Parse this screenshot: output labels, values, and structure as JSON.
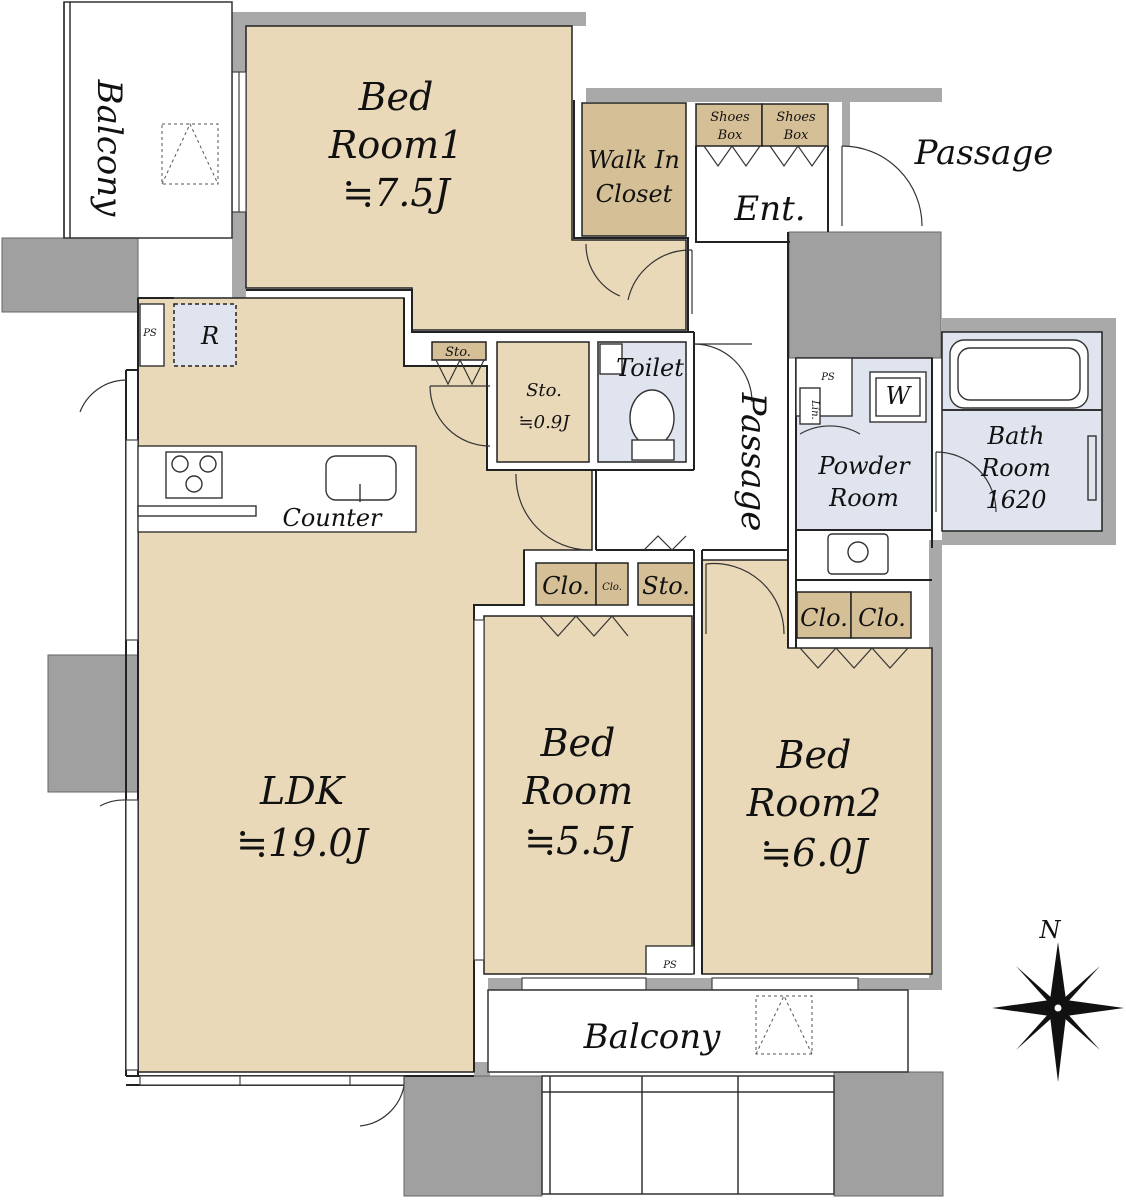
{
  "colors": {
    "room_fill": "#ead9b8",
    "closet_fill": "#d5bf97",
    "wet_fill": "#dfe4ef",
    "wall_fill": "#a9a9a9",
    "column_fill": "#a0a0a0",
    "line": "#222222"
  },
  "rooms": {
    "bedroom1": {
      "line1": "Bed",
      "line2": "Room1",
      "area": "≒7.5J"
    },
    "walk_in_closet": {
      "line1": "Walk In",
      "line2": "Closet"
    },
    "shoes_box_left": {
      "line1": "Shoes",
      "line2": "Box"
    },
    "shoes_box_right": {
      "line1": "Shoes",
      "line2": "Box"
    },
    "entrance": "Ent.",
    "passage_top": "Passage",
    "passage_mid": "Passage",
    "balcony_left": "Balcony",
    "balcony_bottom": "Balcony",
    "ps_top_left": "PS",
    "refrigerator": "R",
    "storage_small": "Sto.",
    "storage": {
      "line1": "Sto.",
      "line2": "≒0.9J"
    },
    "toilet": "Toilet",
    "ps_bath": "PS",
    "laundry": "W",
    "linen": "Lin.",
    "powder_room": {
      "line1": "Powder",
      "line2": "Room"
    },
    "bath_room": {
      "line1": "Bath",
      "line2": "Room",
      "line3": "1620"
    },
    "counter": "Counter",
    "clo_a": "Clo.",
    "clo_a_small": "Clo.",
    "sto_hall": "Sto.",
    "clo_b": "Clo.",
    "clo_c": "Clo.",
    "ldk": {
      "line1": "LDK",
      "line2": "≒19.0J"
    },
    "bedroom": {
      "line1": "Bed",
      "line2": "Room",
      "area": "≒5.5J"
    },
    "bedroom2": {
      "line1": "Bed",
      "line2": "Room2",
      "area": "≒6.0J"
    },
    "ps_bottom": "PS"
  },
  "compass": {
    "north_label": "N"
  }
}
